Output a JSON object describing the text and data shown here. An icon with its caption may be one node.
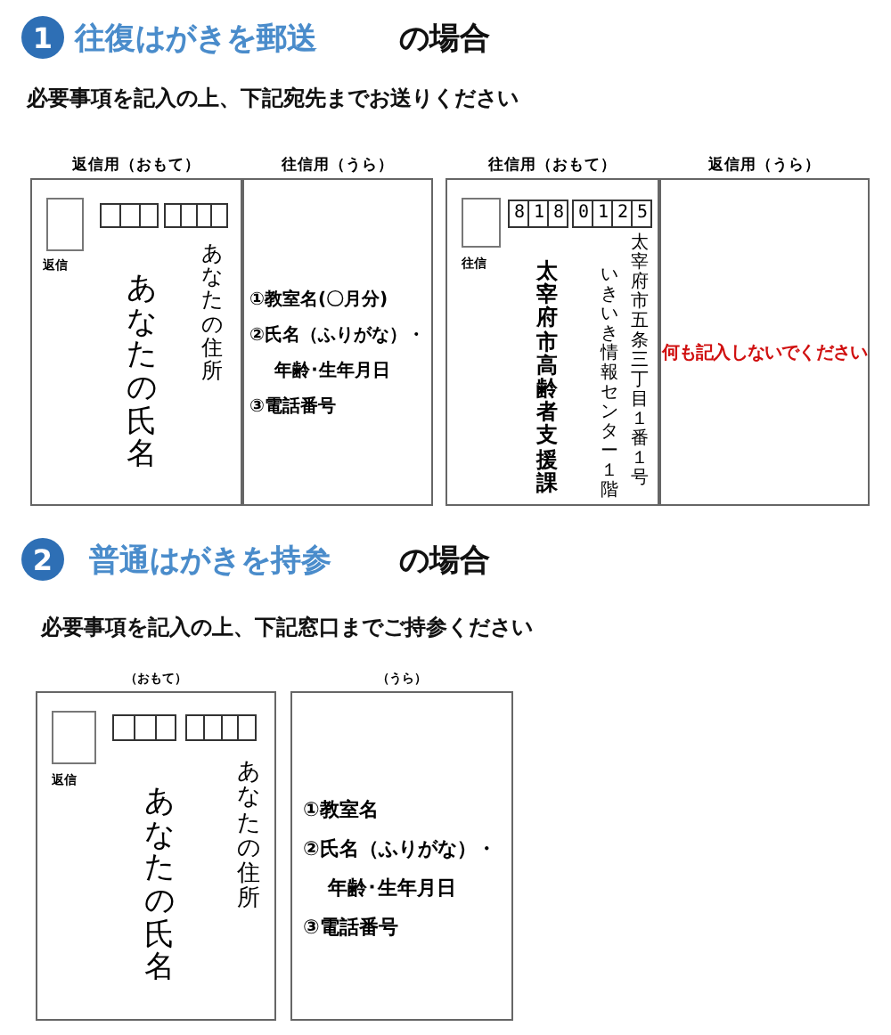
{
  "diagram": {
    "nodes": [
      {
        "text": [
          "返信用（おもて）",
          "返信",
          "あなたの氏名",
          "あなたの住所"
        ]
      },
      {
        "text": [
          "往信用（うら）",
          "①教室名(〇月分)",
          "②氏名（ふりがな）・",
          "年齢･生年月日",
          "③電話番号"
        ]
      },
      {
        "text": [
          "往信用（おもて）",
          "往信",
          "818",
          "0125",
          "太宰府市高齢者支援課",
          "太宰府市五条三丁目１番１号",
          "いきいき情報センター１階"
        ]
      },
      {
        "text": [
          "返信用（うら）",
          "何も記入しないでください"
        ]
      },
      {
        "text": [
          "（おもて）",
          "返信",
          "あなたの氏名",
          "あなたの住所"
        ]
      },
      {
        "text": [
          "（うら）",
          "①教室名",
          "②氏名（ふりがな）・",
          "年齢･生年月日",
          "③電話番号"
        ]
      }
    ],
    "labels": [
      "1",
      "往復はがきを郵送",
      "の場合",
      "必要事項を記入の上、下記宛先までお送りください",
      "2",
      "普通はがきを持参",
      "の場合",
      "必要事項を記入の上、下記窓口までご持参ください"
    ]
  }
}
